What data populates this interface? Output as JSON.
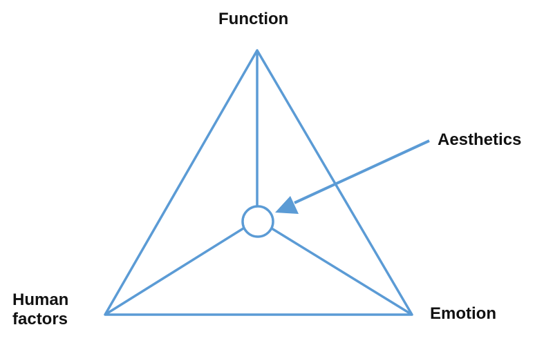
{
  "diagram": {
    "labels": {
      "top": "Function",
      "right_upper": "Aesthetics",
      "left_line1": "Human",
      "left_line2": "factors",
      "right_lower": "Emotion"
    },
    "colors": {
      "stroke": "#5b9bd5",
      "circle_fill": "#ffffff",
      "text": "#111111"
    }
  }
}
